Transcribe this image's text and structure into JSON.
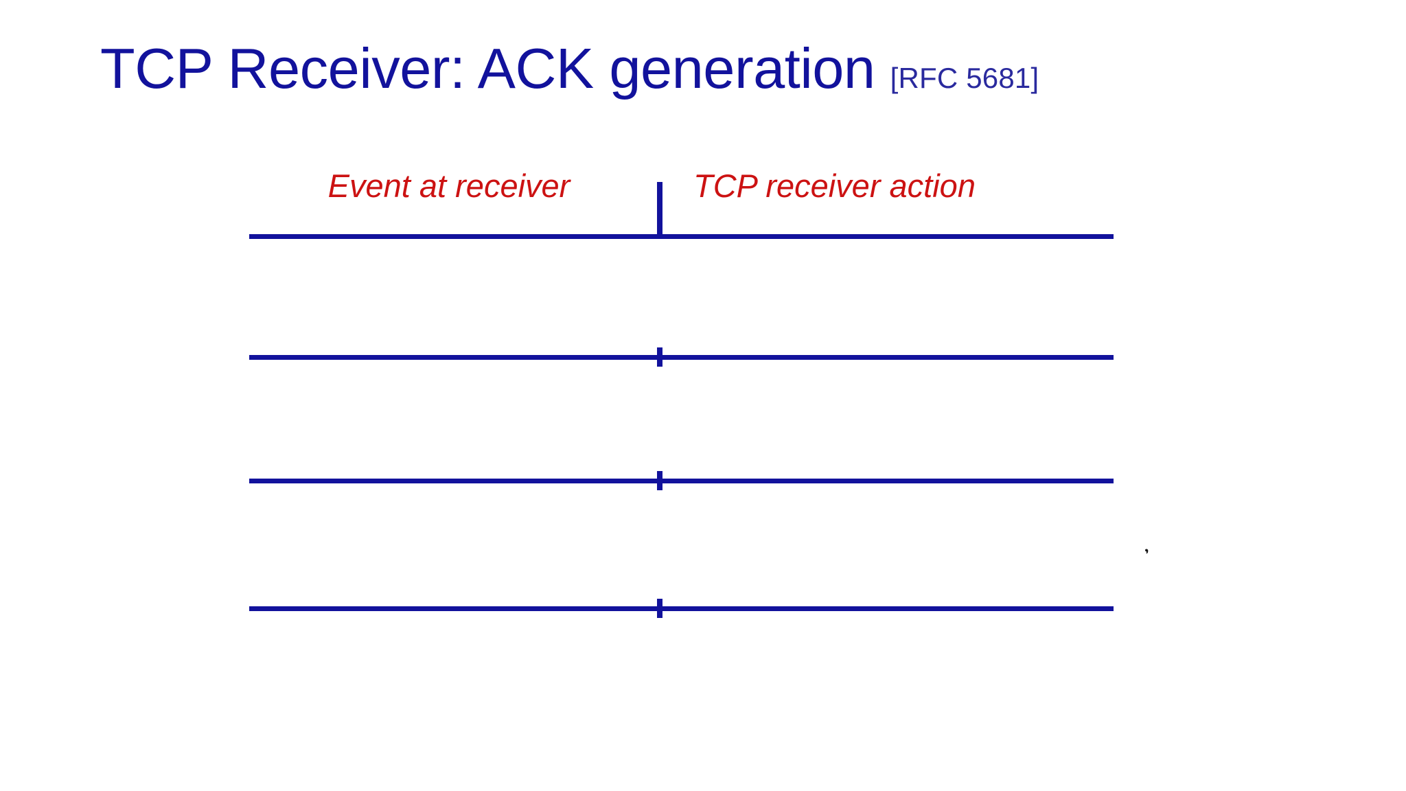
{
  "slide": {
    "background_color": "#ffffff",
    "title": "TCP Receiver: ACK generation",
    "title_color": "#12129c",
    "reference": "[RFC 5681]",
    "reference_color": "#2a2a9e"
  },
  "table": {
    "accent_color": "#12129c",
    "header_color": "#cc1212",
    "columns": [
      {
        "label": "Event at receiver"
      },
      {
        "label": "TCP receiver action"
      }
    ],
    "rows": [
      {
        "event": "",
        "action": ""
      },
      {
        "event": "",
        "action": ""
      },
      {
        "event": "",
        "action": ""
      }
    ]
  },
  "artifact": {
    "glyph": ","
  }
}
